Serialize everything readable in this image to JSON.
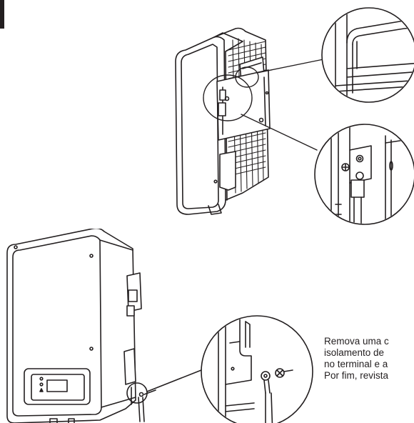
{
  "page": {
    "accent_color": "#231f20",
    "background": "#ffffff"
  },
  "figure_top": {
    "icons": [
      "inverter-side-view-icon",
      "mounting-bracket-detail-icon",
      "lock-screw-detail-icon"
    ]
  },
  "figure_bottom": {
    "icons": [
      "inverter-front-view-icon",
      "grounding-terminal-detail-icon"
    ]
  },
  "caption": {
    "lines": [
      "Remova uma c",
      "isolamento de",
      "no terminal e a",
      "Por fim, revista"
    ]
  }
}
